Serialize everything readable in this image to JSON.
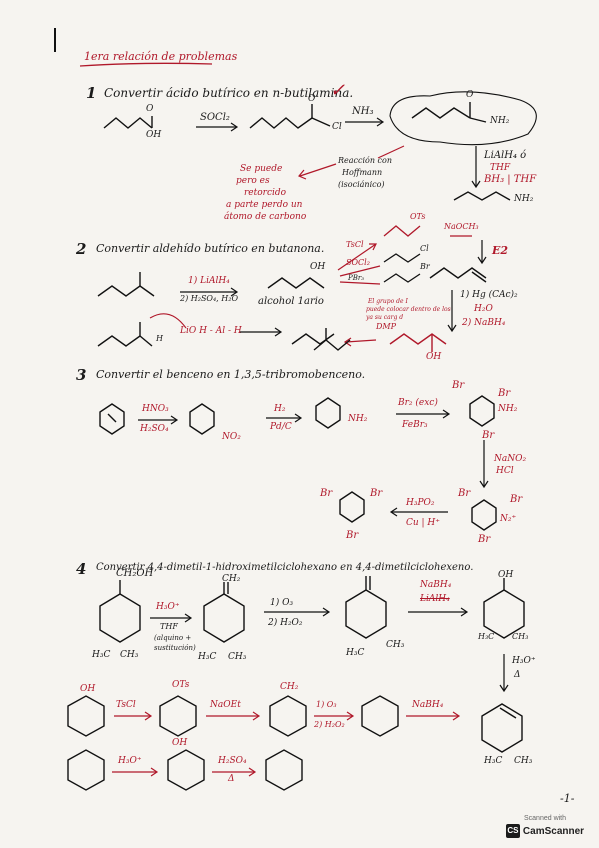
{
  "title": "1era relación de problemas",
  "p1": {
    "num": "1",
    "heading": "Convertir ácido butírico en n-butilamina.",
    "check": "✓",
    "oh": "OH",
    "o": "O",
    "reagent1": "SOCl₂",
    "cl": "Cl",
    "nh3": "NH₃",
    "nh2": "NH₂",
    "redox": "LiAlH₄ ó",
    "thf": "THF",
    "bh3": "BH₃ | THF",
    "nh2b": "NH₂",
    "note_left": [
      "Se puede",
      "pero es",
      "retorcido",
      "a parte perdo un",
      "átomo de carbono"
    ],
    "note_mid": [
      "Reacción con",
      "Hoffmann",
      "(isociánico)"
    ]
  },
  "p2": {
    "num": "2",
    "heading": "Convertir aldehído butírico en butanona.",
    "reagent1a": "1) LiAlH₄",
    "reagent1b": "2) H₂SO₄, H₂O",
    "alcohol": "alcohol 1ario",
    "oh": "OH",
    "tscl": "TsCl",
    "socl2": "SOCl₂",
    "pbr3": "PBr₃",
    "ots": "OTs",
    "naoch3": "NaOCH₃",
    "cl": "Cl",
    "br": "Br",
    "e2": "E2",
    "hg1": "1) Hg (CAc)₂",
    "hg2": "H₂O",
    "hg3": "2) NaBH₄",
    "group_note": [
      "El grupo de I",
      "puede colocar dentro de los",
      "ya su carg d"
    ],
    "dmp": "DMP",
    "oh2": "OH",
    "lih": "LiO H - Al - H",
    "h": "H"
  },
  "p3": {
    "num": "3",
    "heading": "Convertir el benceno en 1,3,5-tribromobenceno.",
    "hno3": "HNO₃",
    "h2so4": "H₂SO₄",
    "no2": "NO₂",
    "h2": "H₂",
    "pdc": "Pd/C",
    "nh2": "NH₂",
    "br2": "Br₂ (exc)",
    "febr3": "FeBr₃",
    "br": "Br",
    "nano2": "NaNO₂",
    "hcl": "HCl",
    "h3po2": "H₃PO₂",
    "cu": "Cu | H⁺",
    "n2": "N₂⁺"
  },
  "p4": {
    "num": "4",
    "heading": "Convertir 4,4-dimetil-1-hidroximetilciclohexano en 4,4-dimetilciclohexeno.",
    "ch2oh": "CH₂OH",
    "h3o": "H₃O⁺",
    "thf": "THF",
    "note": [
      "(alquino +",
      "sustitución)"
    ],
    "ch2": "CH₂",
    "o3a": "1) O₃",
    "o3b": "2) H₂O₂",
    "nabh4": "NaBH₄",
    "lialh4": "LiAlH₄",
    "h3c": "H₃C",
    "ch3": "CH₃",
    "oh": "OH",
    "delta": "Δ",
    "h3o2": "H₃O⁺",
    "tscl": "TsCl",
    "ots": "OTs",
    "naoet": "NaOEt",
    "o3c": "1) O₃",
    "o3d": "2) H₂O₂",
    "nabh4b": "NaBH₄",
    "h2so4": "H₂SO₄",
    "page": "-1-"
  },
  "scanner": {
    "top": "Scanned with",
    "logo": "CS",
    "name": "CamScanner"
  }
}
